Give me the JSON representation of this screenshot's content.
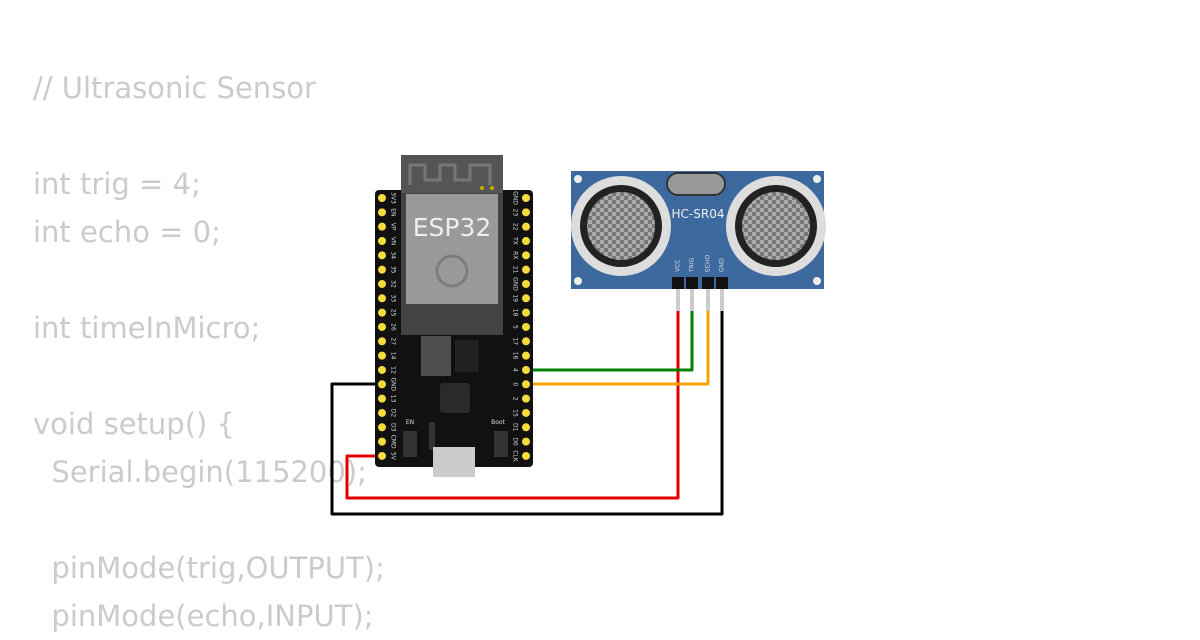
{
  "code_lines": [
    "// Ultrasonic Sensor",
    "",
    "int trig = 4;",
    "int echo = 0;",
    "",
    "int timeInMicro;",
    "",
    "void setup() {",
    "  Serial.begin(115200);",
    "",
    "  pinMode(trig,OUTPUT);",
    "  pinMode(echo,INPUT);"
  ],
  "esp32": {
    "label": "ESP32",
    "left_pins": [
      "3V3",
      "EN",
      "VP",
      "VN",
      "34",
      "35",
      "32",
      "33",
      "25",
      "26",
      "27",
      "14",
      "12",
      "GND",
      "13",
      "D2",
      "D3",
      "CMD",
      "5V"
    ],
    "right_pins": [
      "GND",
      "23",
      "22",
      "TX",
      "RX",
      "21",
      "GND",
      "19",
      "18",
      "5",
      "17",
      "16",
      "4",
      "0",
      "2",
      "15",
      "D1",
      "D0",
      "CLK"
    ],
    "en_label": "EN",
    "boot_label": "Boot"
  },
  "sensor": {
    "label": "HC-SR04",
    "pins": [
      "VCC",
      "TRIG",
      "ECHO",
      "GND"
    ]
  },
  "wire_colors": {
    "vcc": "#e00000",
    "trig": "#008000",
    "echo": "#f5a300",
    "gnd": "#000000"
  }
}
